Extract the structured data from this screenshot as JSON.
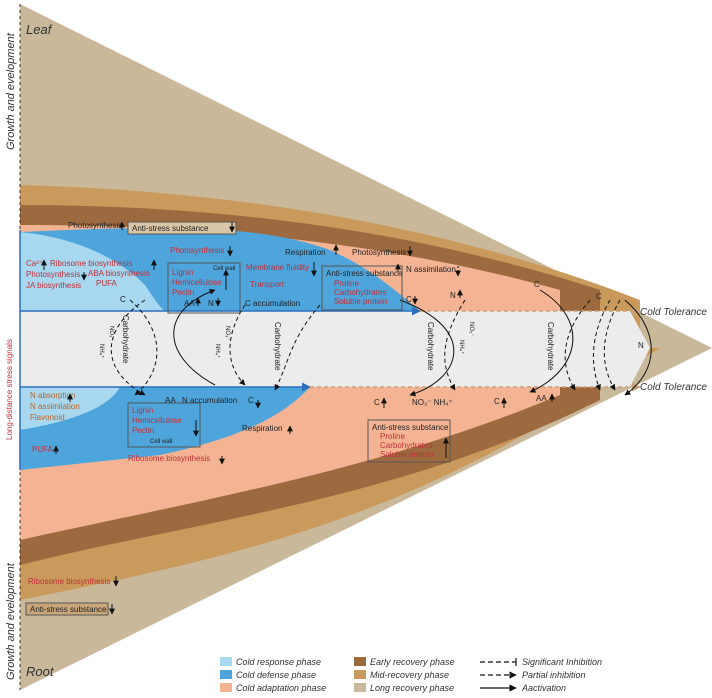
{
  "labels": {
    "leaf": "Leaf",
    "root": "Root",
    "growth_top": "Growth and evelopment",
    "growth_bottom": "Growth and evelopment",
    "long_distance": "Long-distance stress signals",
    "cold_tolerance_top": "Cold Tolerance",
    "cold_tolerance_bottom": "Cold Tolerance"
  },
  "leaf_items": {
    "photosynthesis_top": "Photosynthesis",
    "anti_stress_top": "Anti-stress substance",
    "ca": "Ca²⁺",
    "photosynthesis_left": "Photosynthesis",
    "ja": "JA biosynthesis",
    "ribosome": "Ribosome biosynthesis",
    "aba": "ABA biosynthesis",
    "pufa": "PUFA",
    "photosynthesis_mid": "Photosynthesis",
    "respiration": "Respiration",
    "photosynthesis_right": "Photosynthesis",
    "lignin": "Lignin",
    "hemicellulose": "Hemicellulose",
    "pectin": "Pectin",
    "cell_wall": "Cell wall",
    "membrane_fluidity": "Membrane fluidity",
    "transport": "Transport",
    "c_accumulation": "C accumulation",
    "aa": "AA",
    "n": "N",
    "c": "C",
    "anti_stress_box_title": "Anti-stress substance",
    "proline": "Proline",
    "carbohydrates": "Carbohydrates",
    "soluble_protein": "Soluble protein",
    "n_assimilation": "N assimilation"
  },
  "center_items": {
    "carbohydrate": "Carbohydrate",
    "no3": "NO₃⁻",
    "nh4": "NH₄⁺",
    "n_right": "N"
  },
  "root_items": {
    "n_absorption": "N absorption",
    "n_assimilation": "N assimilation",
    "flavonoid": "Flavonoid",
    "aa": "AA",
    "n_accumulation": "N accumulation",
    "c": "C",
    "lignin": "Lignin",
    "hemicellulose": "Hemicellulose",
    "pectin": "Pectin",
    "cell_wall": "Cell wall",
    "pufa": "PUFA",
    "respiration": "Respiration",
    "ribosome": "Ribosome biosynthesis",
    "no3nh4": "NO₃⁻  NH₄⁺",
    "anti_stress_box_title": "Anti-stress substance",
    "proline": "Proline",
    "carbohydrates": "Carbohydrates",
    "soluble_protein": "Soluble protein",
    "ribosome_bottom": "Ribosome biosynthesis",
    "anti_stress_bottom": "Anti-stress substance"
  },
  "legend": {
    "phases": [
      {
        "label": "Cold response phase",
        "color": "#a7d8ef"
      },
      {
        "label": "Cold defense phase",
        "color": "#4ea5dc"
      },
      {
        "label": "Cold adaptation phase",
        "color": "#f4b494"
      },
      {
        "label": "Early recovery phase",
        "color": "#9c6a3e"
      },
      {
        "label": "Mid-recovery phase",
        "color": "#c99a5c"
      },
      {
        "label": "Long recovery phase",
        "color": "#c9b89a"
      }
    ],
    "arrows": [
      "Significant Inhibition",
      "Partial inhibition",
      "Aactivation"
    ]
  }
}
